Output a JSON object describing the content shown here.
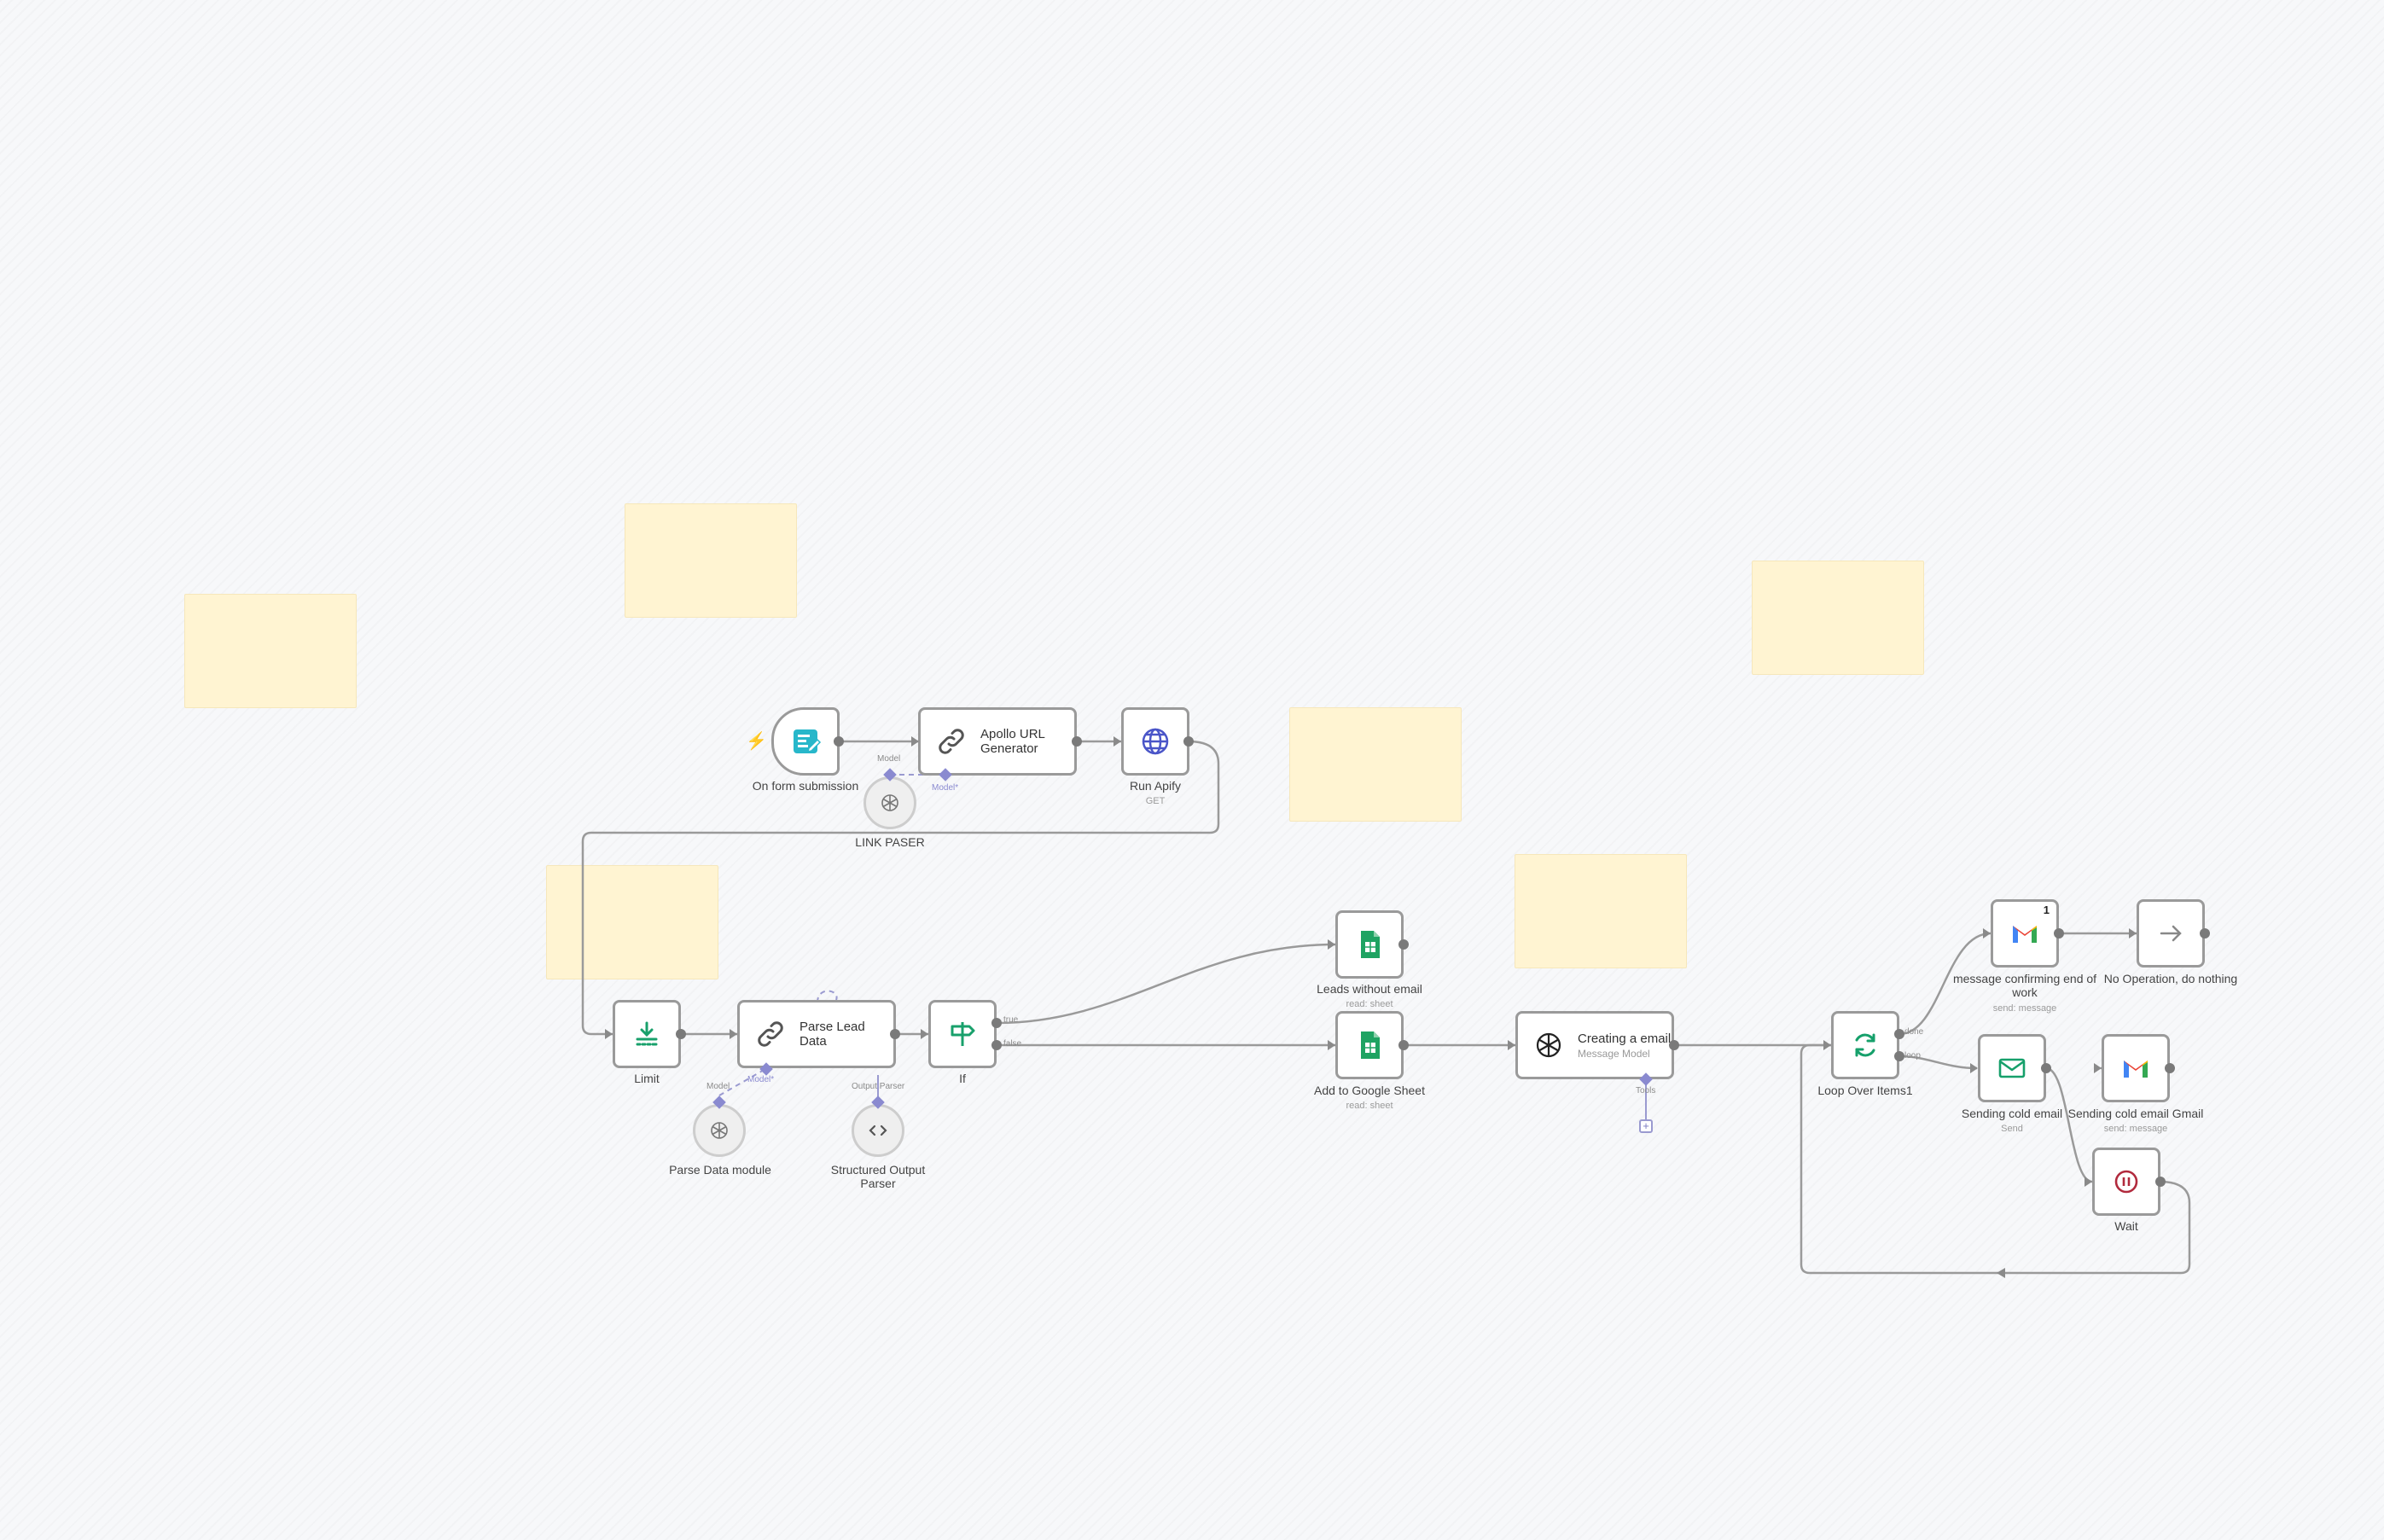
{
  "nodes": {
    "form_trigger": {
      "label": "On form submission",
      "icon": "form-icon"
    },
    "apollo": {
      "title": "Apollo URL Generator",
      "title_line1": "Apollo URL",
      "title_line2": "Generator",
      "icon": "link-icon"
    },
    "run_apify": {
      "label": "Run Apify",
      "sub": "GET",
      "icon": "globe-icon"
    },
    "link_parser": {
      "label": "LINK PASER",
      "icon": "openai-icon"
    },
    "limit": {
      "label": "Limit",
      "icon": "limit-icon"
    },
    "parse_lead": {
      "title": "Parse Lead Data",
      "icon": "link-icon"
    },
    "if": {
      "label": "If",
      "icon": "signpost-icon",
      "true_label": "true",
      "false_label": "false"
    },
    "parse_module": {
      "label": "Parse Data module",
      "icon": "openai-icon"
    },
    "struct_parser": {
      "label": "Structured Output Parser",
      "icon": "code-icon"
    },
    "leads_no_email": {
      "label": "Leads without email",
      "sub": "read: sheet",
      "icon": "sheets-icon"
    },
    "add_sheet": {
      "label": "Add to Google Sheet",
      "sub": "read: sheet",
      "icon": "sheets-icon"
    },
    "creating_email": {
      "title": "Creating a email",
      "sub": "Message Model",
      "icon": "openai-icon"
    },
    "loop": {
      "label": "Loop Over Items1",
      "icon": "loop-icon",
      "done_label": "done",
      "loop_label": "loop"
    },
    "msg_confirm": {
      "label": "message confirming end of work",
      "sub": "send: message",
      "icon": "gmail-icon",
      "badge": "1"
    },
    "noop": {
      "label": "No Operation, do nothing",
      "icon": "arrow-right-icon"
    },
    "send_cold": {
      "label": "Sending cold email",
      "sub": "Send",
      "icon": "mail-icon"
    },
    "send_cold_gmail": {
      "label": "Sending cold email Gmail",
      "sub": "send: message",
      "icon": "gmail-icon"
    },
    "wait": {
      "label": "Wait",
      "icon": "pause-icon"
    }
  },
  "ports": {
    "model": "Model",
    "model_required": "Model*",
    "output_parser": "Output Parser",
    "tools": "Tools"
  },
  "colors": {
    "canvas_bg": "#f7f8fa",
    "sticky": "#fff4d2",
    "wire": "#9a9a9a",
    "port_diamond": "#8a8ad0",
    "trigger_bolt": "#ff6d5a",
    "form_teal": "#27b7ca",
    "sheets_green": "#1ea362",
    "loop_green": "#16a06b",
    "wait_red": "#b12a3d"
  }
}
